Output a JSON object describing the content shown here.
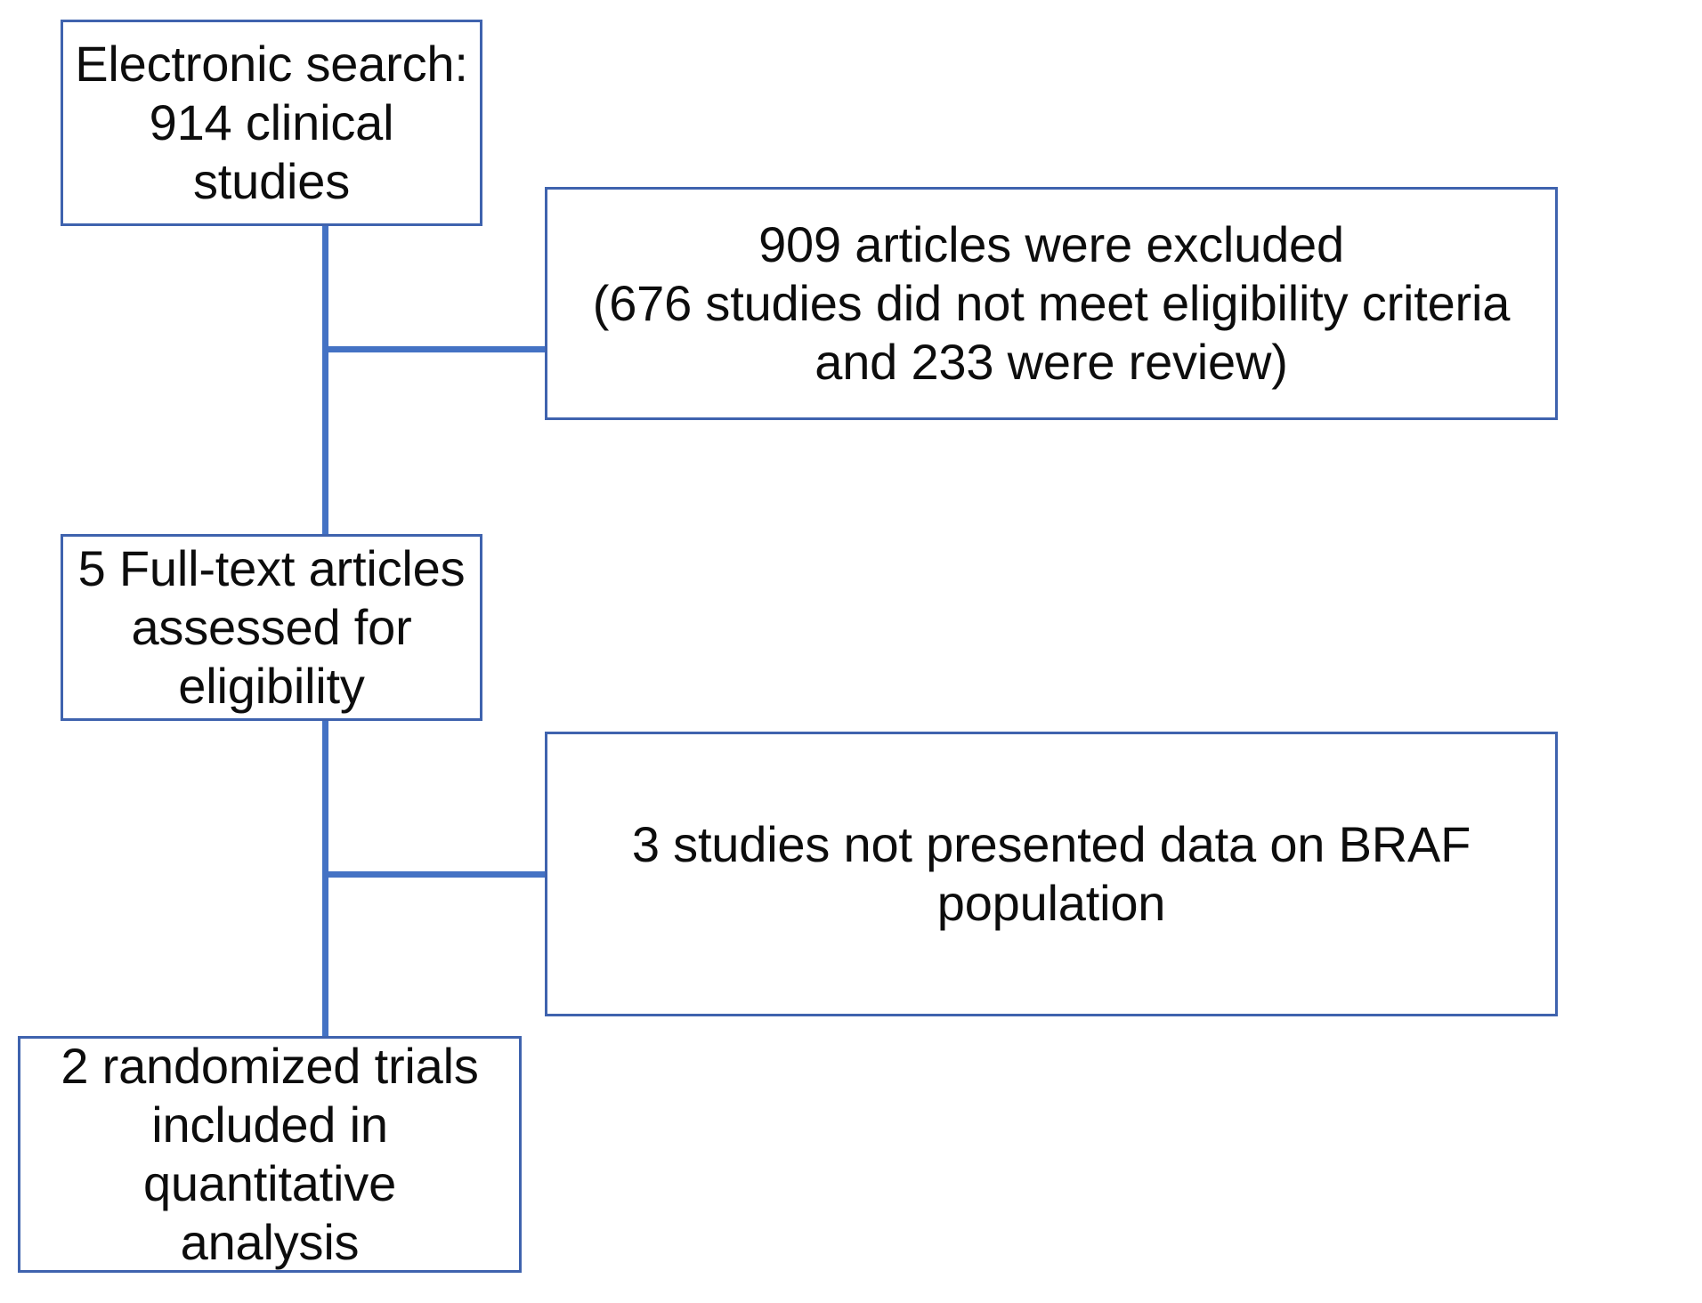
{
  "diagram": {
    "title": "PRISMA study selection flow diagram",
    "colors": {
      "box_border": "#3f63ae",
      "connector": "#4472c4",
      "text": "#0d0d0d",
      "background": "#ffffff"
    },
    "nodes": [
      {
        "id": "search",
        "label": "Electronic search:\n914 clinical studies",
        "count": 914,
        "stage": "identification"
      },
      {
        "id": "excluded",
        "label": "909 articles were excluded\n(676 studies did not meet eligibility criteria\nand 233 were review)",
        "count": 909,
        "stage": "screening-exclusion"
      },
      {
        "id": "fulltext",
        "label": "5 Full-text articles\nassessed for eligibility",
        "count": 5,
        "stage": "eligibility"
      },
      {
        "id": "nobraf",
        "label": "3 studies not presented data on BRAF\npopulation",
        "count": 3,
        "stage": "eligibility-exclusion"
      },
      {
        "id": "included",
        "label": "2 randomized trials\nincluded in quantitative\nanalysis",
        "count": 2,
        "stage": "included"
      }
    ],
    "connectors": [
      {
        "id": "trunk-a",
        "from": "search",
        "to": "fulltext",
        "orientation": "vertical"
      },
      {
        "id": "branch-excluded",
        "from": "search",
        "to": "excluded",
        "orientation": "horizontal"
      },
      {
        "id": "trunk-b",
        "from": "fulltext",
        "to": "included",
        "orientation": "vertical"
      },
      {
        "id": "branch-nobraf",
        "from": "fulltext",
        "to": "nobraf",
        "orientation": "horizontal"
      }
    ]
  }
}
